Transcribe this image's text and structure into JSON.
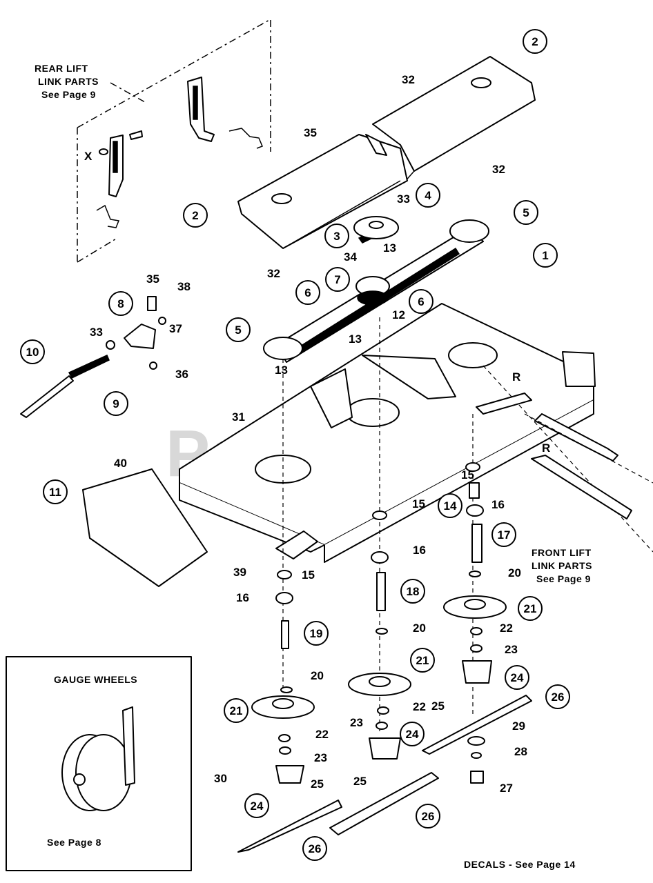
{
  "notes": {
    "rear_lift_line1": "REAR LIFT",
    "rear_lift_line2": "LINK PARTS",
    "rear_lift_line3": "See Page 9",
    "front_lift_line1": "FRONT LIFT",
    "front_lift_line2": "LINK PARTS",
    "front_lift_line3": "See Page 9",
    "gauge_title": "GAUGE WHEELS",
    "gauge_page": "See Page 8",
    "decals": "DECALS - See Page 14"
  },
  "watermark": "PartsTree",
  "callouts": [
    "1",
    "2",
    "2",
    "3",
    "4",
    "5",
    "5",
    "6",
    "6",
    "7",
    "8",
    "9",
    "10",
    "11",
    "14",
    "17",
    "18",
    "19",
    "21",
    "21",
    "21",
    "24",
    "24",
    "24",
    "26",
    "26",
    "26"
  ],
  "plain_numbers": [
    "12",
    "13",
    "13",
    "13",
    "15",
    "15",
    "15",
    "16",
    "16",
    "16",
    "20",
    "20",
    "20",
    "22",
    "22",
    "22",
    "23",
    "23",
    "23",
    "25",
    "25",
    "25",
    "27",
    "28",
    "29",
    "30",
    "31",
    "32",
    "32",
    "32",
    "33",
    "33",
    "34",
    "35",
    "35",
    "36",
    "37",
    "38",
    "39",
    "40"
  ],
  "hand_marks": [
    "X",
    "R",
    "R"
  ]
}
